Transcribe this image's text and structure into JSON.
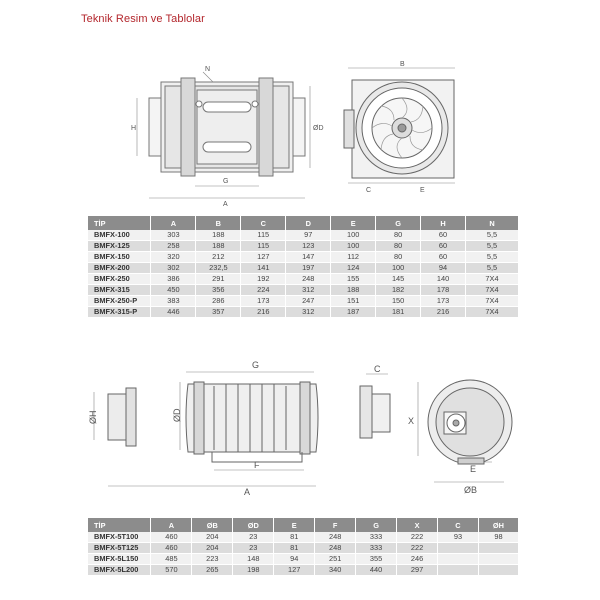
{
  "title": "Teknik Resim ve Tablolar",
  "drawing1": {
    "labels": {
      "N": "N",
      "H": "H",
      "D": "ØD",
      "G": "G",
      "A": "A",
      "B": "B",
      "C": "C",
      "E": "E"
    }
  },
  "drawing2": {
    "labels": {
      "G": "G",
      "F": "F",
      "A": "A",
      "H": "ØH",
      "D": "ØD",
      "C": "C",
      "X": "X",
      "E": "E",
      "B": "ØB"
    }
  },
  "table1": {
    "headers": [
      "TİP",
      "A",
      "B",
      "C",
      "D",
      "E",
      "G",
      "H",
      "N"
    ],
    "rows": [
      [
        "BMFX-100",
        "303",
        "188",
        "115",
        "97",
        "100",
        "80",
        "60",
        "5,5"
      ],
      [
        "BMFX-125",
        "258",
        "188",
        "115",
        "123",
        "100",
        "80",
        "60",
        "5,5"
      ],
      [
        "BMFX-150",
        "320",
        "212",
        "127",
        "147",
        "112",
        "80",
        "60",
        "5,5"
      ],
      [
        "BMFX-200",
        "302",
        "232,5",
        "141",
        "197",
        "124",
        "100",
        "94",
        "5,5"
      ],
      [
        "BMFX-250",
        "386",
        "291",
        "192",
        "248",
        "155",
        "145",
        "140",
        "7X4"
      ],
      [
        "BMFX-315",
        "450",
        "356",
        "224",
        "312",
        "188",
        "182",
        "178",
        "7X4"
      ],
      [
        "BMFX-250-P",
        "383",
        "286",
        "173",
        "247",
        "151",
        "150",
        "173",
        "7X4"
      ],
      [
        "BMFX-315-P",
        "446",
        "357",
        "216",
        "312",
        "187",
        "181",
        "216",
        "7X4"
      ]
    ]
  },
  "table2": {
    "headers": [
      "TİP",
      "A",
      "ØB",
      "ØD",
      "E",
      "F",
      "G",
      "X",
      "C",
      "ØH"
    ],
    "rows": [
      [
        "BMFX-5T100",
        "460",
        "204",
        "23",
        "81",
        "248",
        "333",
        "222",
        "93",
        "98"
      ],
      [
        "BMFX-5T125",
        "460",
        "204",
        "23",
        "81",
        "248",
        "333",
        "222",
        "",
        ""
      ],
      [
        "BMFX-5L150",
        "485",
        "223",
        "148",
        "94",
        "251",
        "355",
        "246",
        "",
        ""
      ],
      [
        "BMFX-5L200",
        "570",
        "265",
        "198",
        "127",
        "340",
        "440",
        "297",
        "",
        ""
      ]
    ]
  }
}
